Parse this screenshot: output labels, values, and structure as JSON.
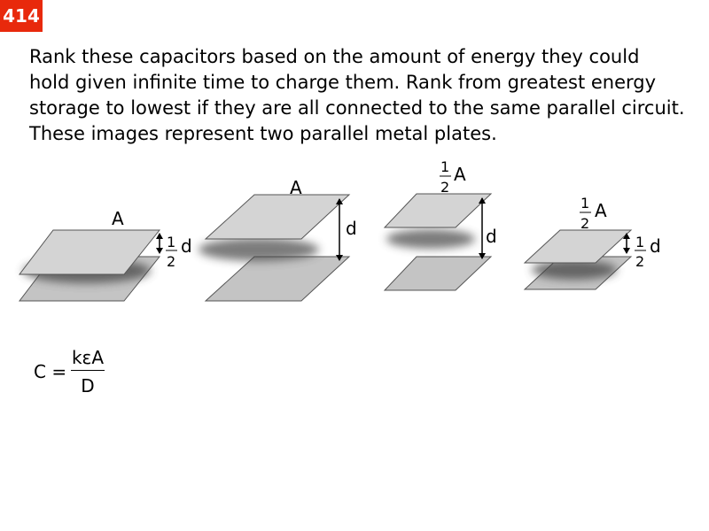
{
  "slide": {
    "number": "414",
    "question": "Rank these capacitors based on the amount of energy they could hold given infinite time to charge them. Rank from greatest energy storage to lowest if they are all connected to the same parallel circuit. These images represent two parallel metal plates."
  },
  "capacitors": [
    {
      "area_label": "A",
      "gap_label": "d",
      "gap_fraction": "1/2",
      "area_fraction": ""
    },
    {
      "area_label": "A",
      "gap_label": "d",
      "gap_fraction": "",
      "area_fraction": ""
    },
    {
      "area_label": "A",
      "gap_label": "d",
      "gap_fraction": "",
      "area_fraction": "1/2"
    },
    {
      "area_label": "A",
      "gap_label": "d",
      "gap_fraction": "1/2",
      "area_fraction": "1/2"
    }
  ],
  "fraction": {
    "numerator": "1",
    "denominator": "2"
  },
  "formula": {
    "lhs": "C",
    "equals": "=",
    "numerator": "kεA",
    "denominator": "D"
  },
  "colors": {
    "badge": "#e8290c",
    "plate_top": "#d4d4d4",
    "plate_bottom": "#c4c4c4",
    "outline": "#555555"
  }
}
